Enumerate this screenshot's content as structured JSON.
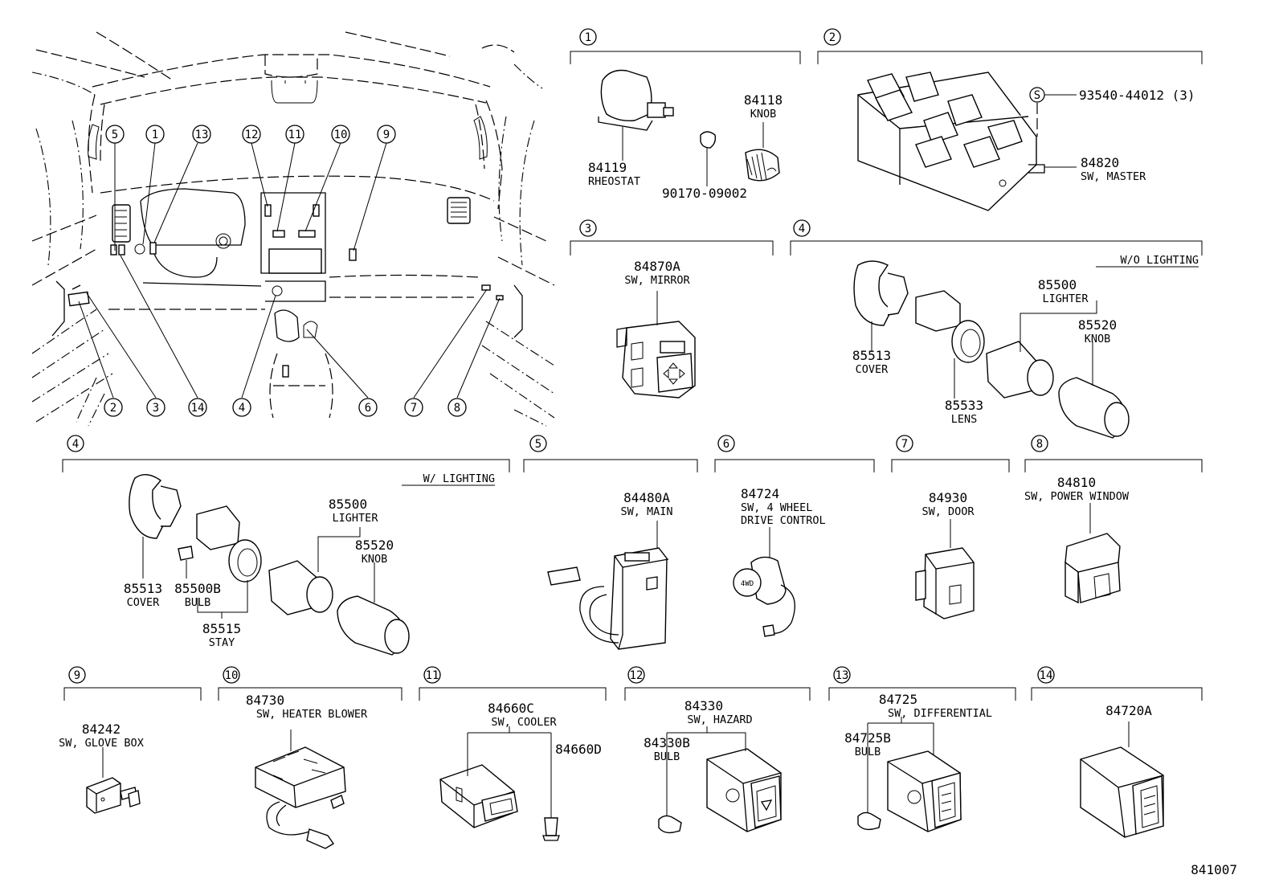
{
  "figure_code": "841007",
  "overview": {
    "callouts": [
      "1",
      "2",
      "3",
      "4",
      "5",
      "6",
      "7",
      "8",
      "9",
      "10",
      "11",
      "12",
      "13",
      "14"
    ]
  },
  "sections": [
    {
      "id": "1",
      "labels": [
        {
          "part": "84119",
          "name": "RHEOSTAT"
        },
        {
          "part": "84118",
          "name": "KNOB"
        },
        {
          "part": "90170-09002",
          "name": ""
        }
      ]
    },
    {
      "id": "2",
      "labels": [
        {
          "part": "93540-44012 (3)",
          "name": "",
          "marker": "S"
        },
        {
          "part": "84820",
          "name": "SW, MASTER"
        }
      ]
    },
    {
      "id": "3",
      "labels": [
        {
          "part": "84870A",
          "name": "SW, MIRROR"
        }
      ]
    },
    {
      "id": "4",
      "variant": "W/O LIGHTING",
      "labels": [
        {
          "part": "85513",
          "name": "COVER"
        },
        {
          "part": "85533",
          "name": "LENS"
        },
        {
          "part": "85500",
          "name": "LIGHTER"
        },
        {
          "part": "85520",
          "name": "KNOB"
        }
      ]
    },
    {
      "id": "4",
      "variant": "W/ LIGHTING",
      "labels": [
        {
          "part": "85513",
          "name": "COVER"
        },
        {
          "part": "85500B",
          "name": "BULB"
        },
        {
          "part": "85515",
          "name": "STAY"
        },
        {
          "part": "85500",
          "name": "LIGHTER"
        },
        {
          "part": "85520",
          "name": "KNOB"
        }
      ]
    },
    {
      "id": "5",
      "labels": [
        {
          "part": "84480A",
          "name": "SW, MAIN"
        }
      ]
    },
    {
      "id": "6",
      "labels": [
        {
          "part": "84724",
          "name": "SW, 4 WHEEL",
          "name2": "DRIVE CONTROL"
        }
      ]
    },
    {
      "id": "7",
      "labels": [
        {
          "part": "84930",
          "name": "SW, DOOR"
        }
      ]
    },
    {
      "id": "8",
      "labels": [
        {
          "part": "84810",
          "name": "SW, POWER WINDOW"
        }
      ]
    },
    {
      "id": "9",
      "labels": [
        {
          "part": "84242",
          "name": "SW, GLOVE BOX"
        }
      ]
    },
    {
      "id": "10",
      "labels": [
        {
          "part": "84730",
          "name": "SW, HEATER BLOWER"
        }
      ]
    },
    {
      "id": "11",
      "labels": [
        {
          "part": "84660C",
          "name": "SW, COOLER"
        },
        {
          "part": "84660D",
          "name": ""
        }
      ]
    },
    {
      "id": "12",
      "labels": [
        {
          "part": "84330",
          "name": "SW, HAZARD"
        },
        {
          "part": "84330B",
          "name": "BULB"
        }
      ]
    },
    {
      "id": "13",
      "labels": [
        {
          "part": "84725",
          "name": "SW, DIFFERENTIAL"
        },
        {
          "part": "84725B",
          "name": "BULB"
        }
      ]
    },
    {
      "id": "14",
      "labels": [
        {
          "part": "84720A",
          "name": ""
        }
      ]
    }
  ],
  "icons": [
    "switch-drawing",
    "lighter-drawing",
    "knob-drawing",
    "bulb-drawing",
    "dashboard-drawing"
  ]
}
